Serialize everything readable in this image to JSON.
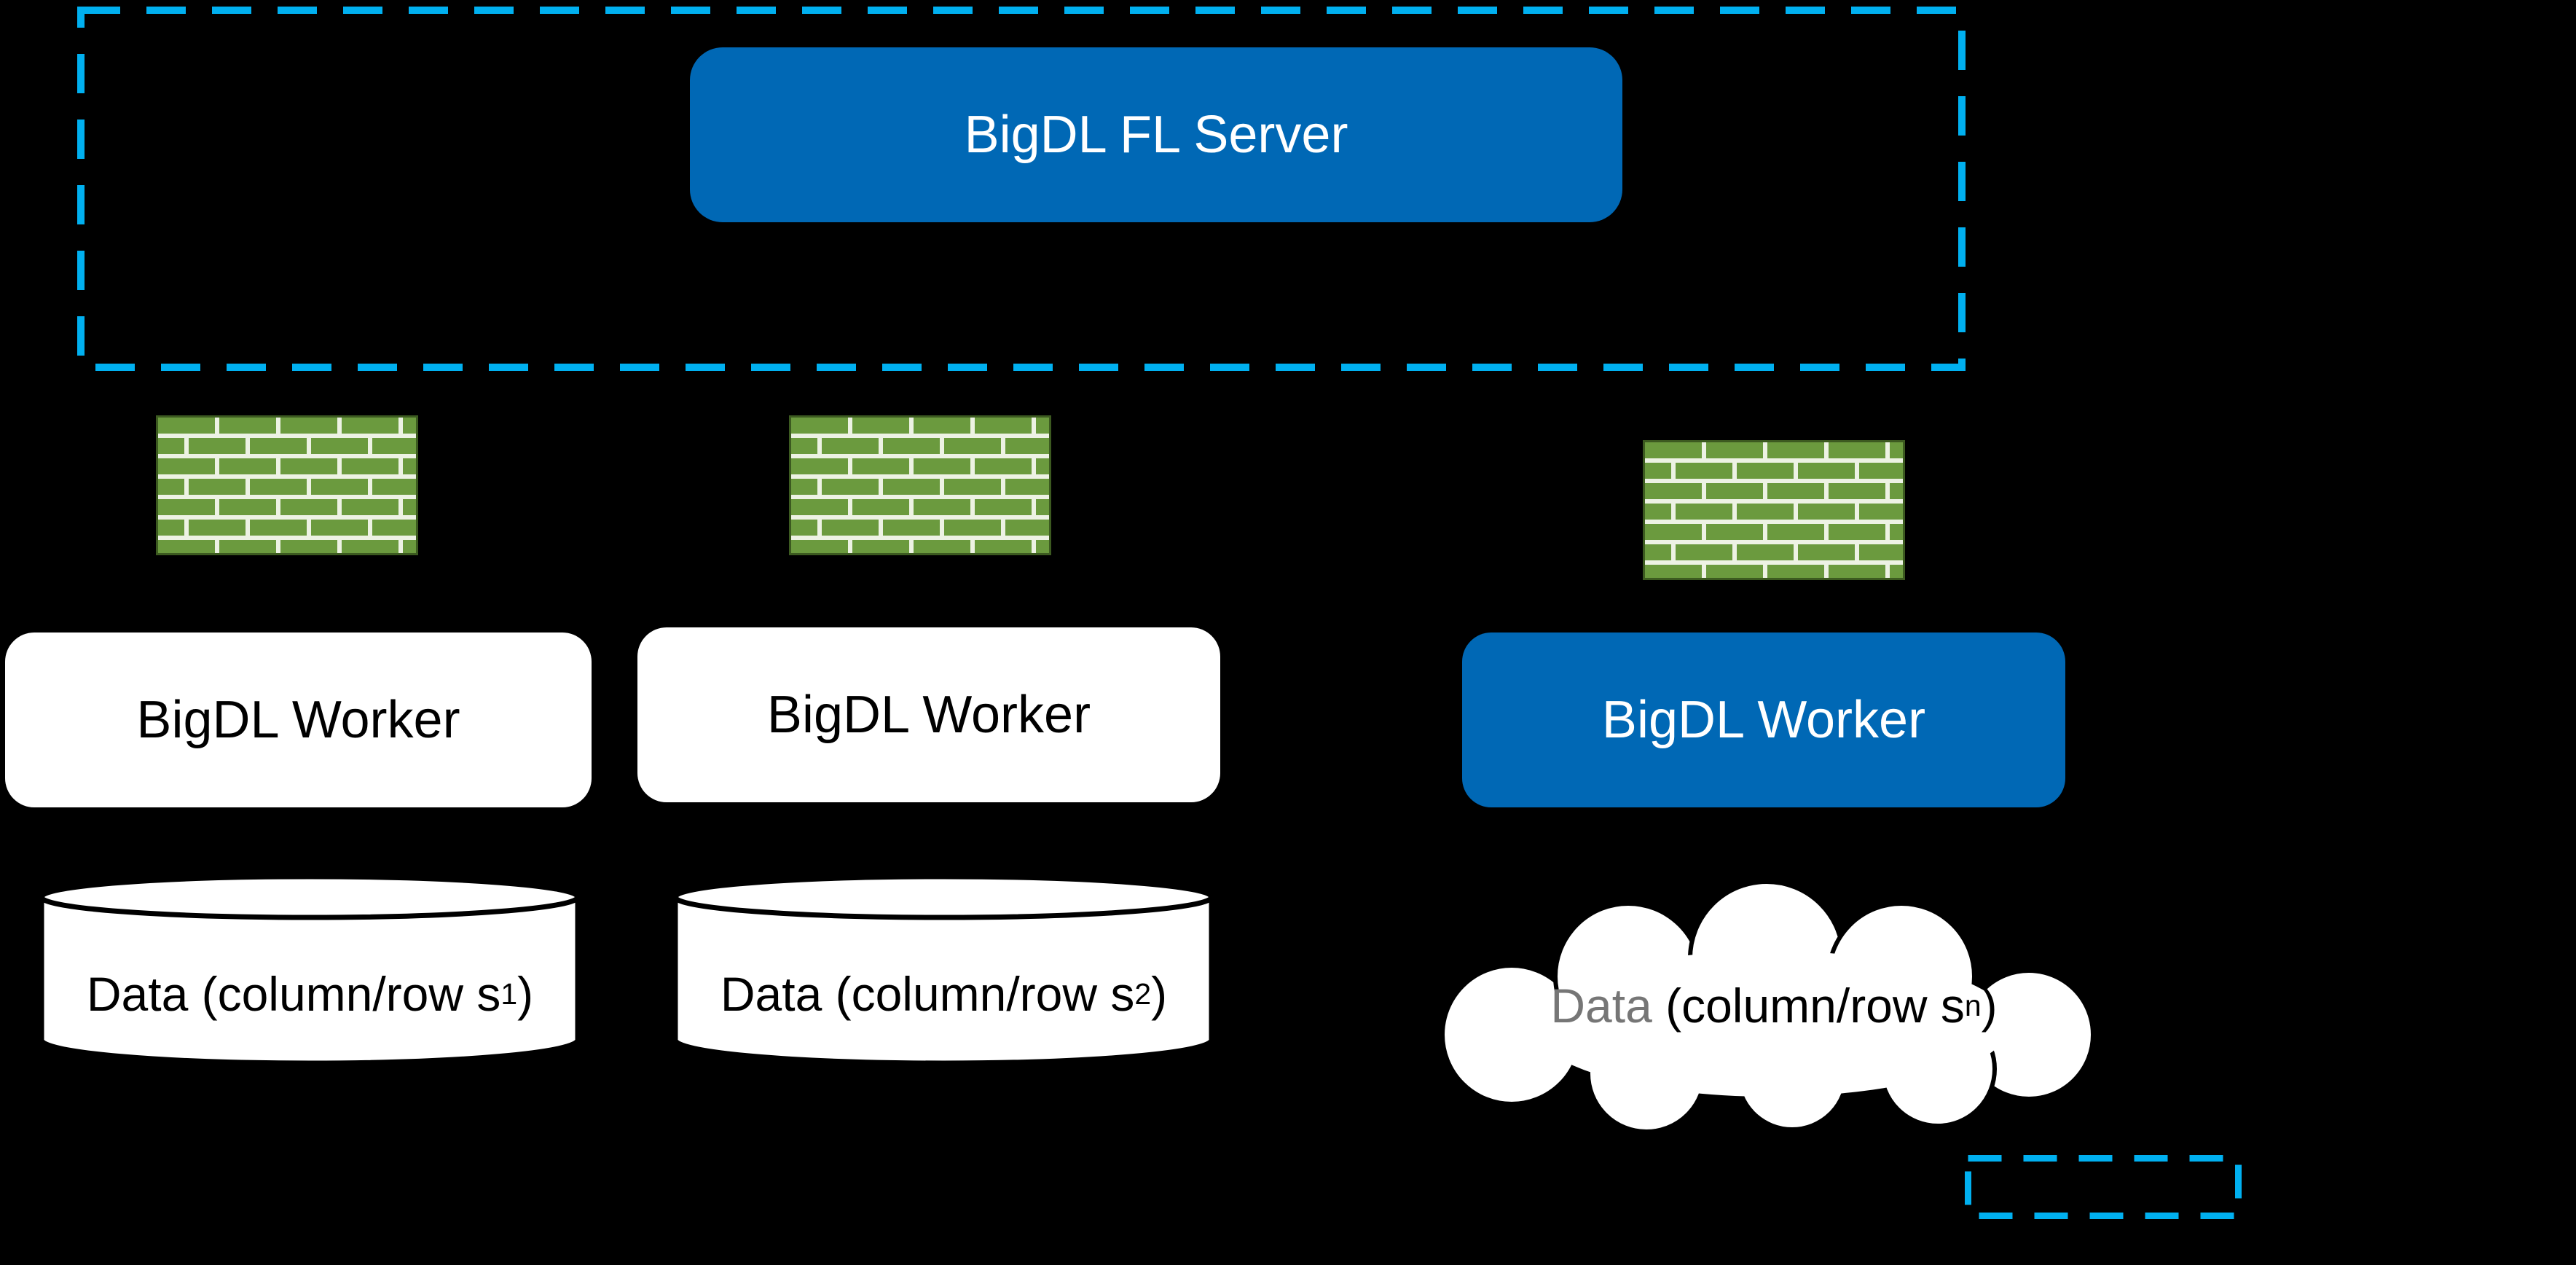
{
  "server_zone": {
    "server_label": "BigDL FL Server"
  },
  "workers": [
    {
      "label": "BigDL Worker",
      "style": "light"
    },
    {
      "label": "BigDL Worker",
      "style": "light"
    },
    {
      "label": "BigDL Worker",
      "style": "blue"
    }
  ],
  "datastores": [
    {
      "kind": "cylinder",
      "prefix": "Data (column/row s",
      "subscript": "1",
      "suffix": ")"
    },
    {
      "kind": "cylinder",
      "prefix": "Data (column/row s",
      "subscript": "2",
      "suffix": ")"
    },
    {
      "kind": "cloud",
      "word1": "Data",
      "rest": " (column/row s",
      "subscript": "n",
      "suffix": ")"
    }
  ],
  "icons": {
    "firewall": "firewall-icon",
    "database": "database-cylinder-icon",
    "cloud": "cloud-shape-icon"
  },
  "colors": {
    "background": "#000000",
    "intel_blue": "#0068B5",
    "dashed_cyan": "#00B0F0",
    "brick_green": "#6B9A3E",
    "brick_mortar": "#EDF2E4",
    "brick_border": "#3C5A20",
    "cloud_word_gray": "#767676",
    "shape_white": "#FFFFFF",
    "outline_black": "#000000"
  }
}
